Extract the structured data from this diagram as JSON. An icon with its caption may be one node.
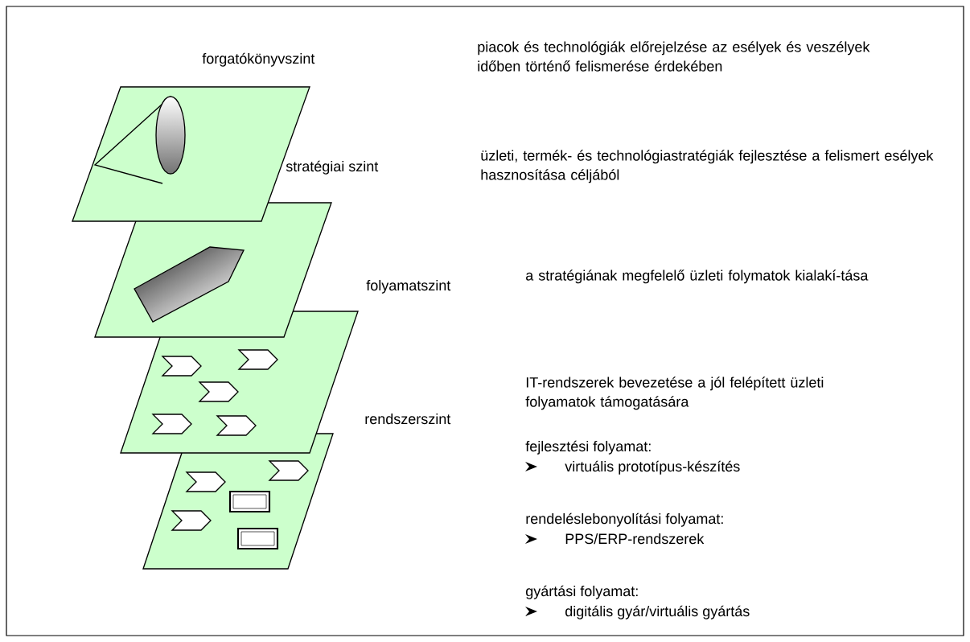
{
  "diagram": {
    "labels": [
      "forgatókönyvszint",
      "piacok és technológiák előrejelzése az esélyek és veszélyek időben történő felismerése érdekében",
      "stratégiai szint",
      "üzleti, termék- és technológiastratégiák fejlesztése a felismert esélyek hasznosítása céljából",
      "folyamatszint",
      "a stratégiának megfelelő üzleti folymatok kialakí-tása",
      "rendszerszint",
      "IT-rendszerek bevezetése a jól felépített üzleti folyamatok támogatására",
      "fejlesztési folyamat:",
      "virtuális prototípus-készítés",
      "rendeléslebonyolítási folyamat:",
      "PPS/ERP-rendszerek",
      "gyártási folyamat:",
      "digitális gyár/virtuális gyártás"
    ]
  }
}
